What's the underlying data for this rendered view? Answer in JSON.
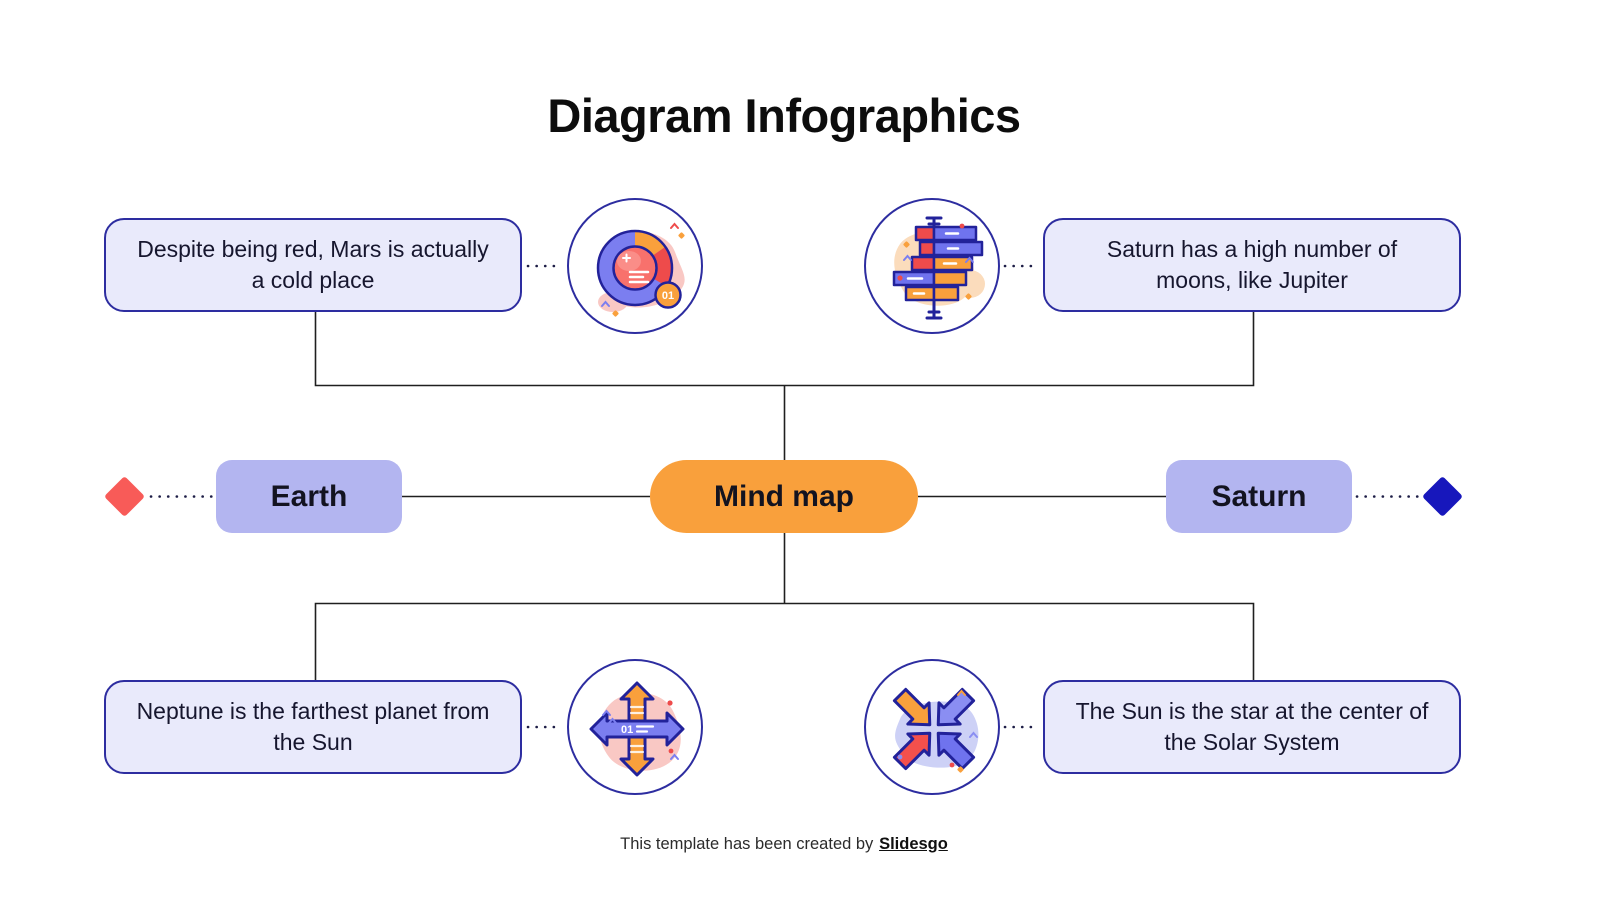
{
  "title": "Diagram Infographics",
  "center_node": {
    "label": "Mind map",
    "color": "#F9A03C"
  },
  "side_nodes": {
    "left": {
      "label": "Earth"
    },
    "right": {
      "label": "Saturn"
    }
  },
  "diamonds": {
    "left_color": "#F85B58",
    "right_color": "#1717BC"
  },
  "cards": {
    "top_left": {
      "text": "Despite being red, Mars is actually a cold place",
      "icon": "orbit-donut-chart-icon"
    },
    "top_right": {
      "text": "Saturn has a high number of moons, like Jupiter",
      "icon": "stacked-bar-chart-icon"
    },
    "bottom_left": {
      "text": "Neptune is the farthest planet from the Sun",
      "icon": "expand-arrows-icon"
    },
    "bottom_right": {
      "text": "The Sun is the star at the center of the Solar System",
      "icon": "converge-arrows-icon"
    }
  },
  "icon_badge": "01",
  "footer": {
    "prefix": "This template has been created by",
    "brand": "Slidesgo"
  },
  "colors": {
    "card_fill": "#E9EAFB",
    "card_border": "#2D2DA0",
    "node_fill": "#B3B5F0",
    "accent_orange": "#F9A03C",
    "icon_outline": "#22229A",
    "icon_periwinkle": "#7B7EF0",
    "icon_red": "#EE4B4B",
    "icon_salmon": "#F8716C",
    "blob_pink": "#F9C8C4",
    "blob_peach": "#FBDCBC",
    "blob_lavender": "#CDD1F6",
    "line_color": "#1f1f1f"
  }
}
